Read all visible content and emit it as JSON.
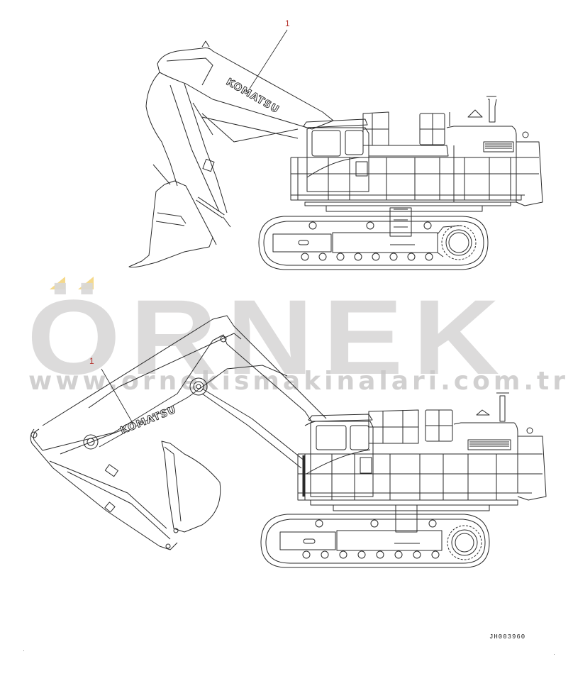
{
  "diagram": {
    "type": "parts-illustration",
    "subject": "Komatsu hydraulic excavator decal location",
    "views": [
      {
        "name": "loading-shovel-configuration",
        "label": "upper view",
        "callout": "1",
        "decal_text": "KOMATSU"
      },
      {
        "name": "backhoe-configuration",
        "label": "lower view",
        "callout": "1",
        "decal_text": "KOMATSU"
      }
    ],
    "drawing_id": "JH003960"
  },
  "watermark": {
    "brand": "ÖRNEK",
    "url": "www.ornekismakinalari.com.tr",
    "accent_color": "#f5d98a",
    "text_color": "#d9d8d8"
  },
  "colors": {
    "line": "#2a2a2a",
    "callout": "#b5332e",
    "background": "#ffffff"
  }
}
